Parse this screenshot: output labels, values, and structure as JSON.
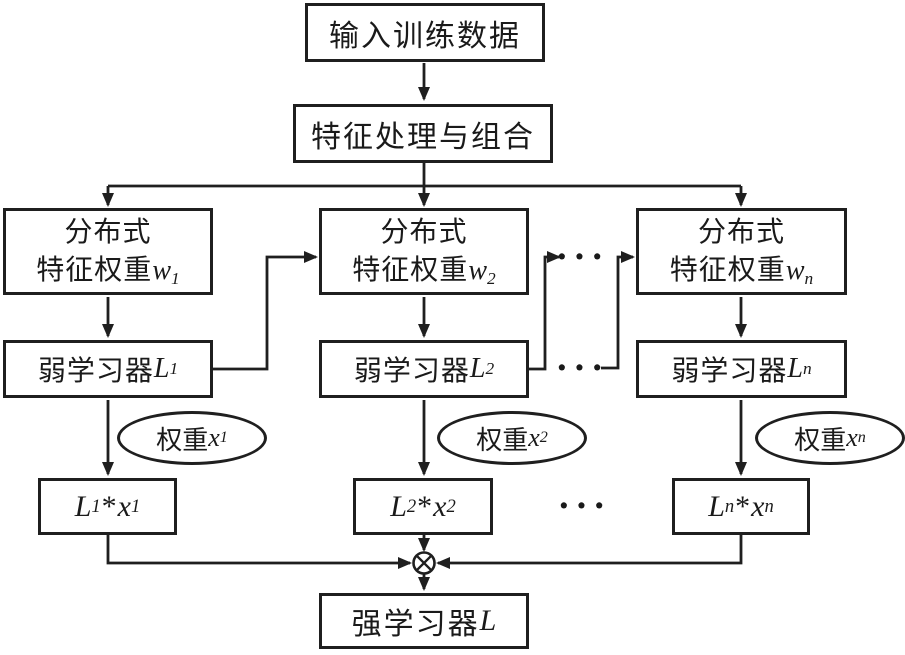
{
  "nodes": {
    "input": {
      "label": "输入训练数据"
    },
    "feature": {
      "label": "特征处理与组合"
    },
    "strong": {
      "label": "强学习器",
      "var": "L"
    }
  },
  "columns": [
    {
      "dist_line1": "分布式",
      "dist_line2": "特征权重",
      "dist_var": "w",
      "dist_sub": "1",
      "learner_label": "弱学习器",
      "learner_var": "L",
      "learner_sub": "1",
      "weight_label": "权重",
      "weight_var": "x",
      "weight_sub": "1",
      "product": {
        "v1": "L",
        "s1": "1",
        "op": "*",
        "v2": "x",
        "s2": "1"
      }
    },
    {
      "dist_line1": "分布式",
      "dist_line2": "特征权重",
      "dist_var": "w",
      "dist_sub": "2",
      "learner_label": "弱学习器",
      "learner_var": "L",
      "learner_sub": "2",
      "weight_label": "权重",
      "weight_var": "x",
      "weight_sub": "2",
      "product": {
        "v1": "L",
        "s1": "2",
        "op": "*",
        "v2": "x",
        "s2": "2"
      }
    },
    {
      "dist_line1": "分布式",
      "dist_line2": "特征权重",
      "dist_var": "w",
      "dist_sub": "n",
      "learner_label": "弱学习器",
      "learner_var": "L",
      "learner_sub": "n",
      "weight_label": "权重",
      "weight_var": "x",
      "weight_sub": "n",
      "product": {
        "v1": "L",
        "s1": "n",
        "op": "*",
        "v2": "x",
        "s2": "n"
      }
    }
  ],
  "symbols": {
    "ellipsis": "···",
    "combine_operator": "⊗"
  },
  "colors": {
    "line": "#1f1f1f",
    "background": "#ffffff",
    "text": "#1a1a1a"
  }
}
